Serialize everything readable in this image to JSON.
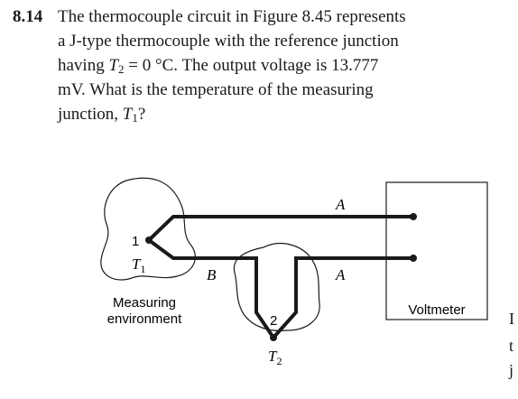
{
  "problem": {
    "number": "8.14",
    "line1": "The thermocouple circuit in Figure 8.45 represents",
    "line2": "a J-type thermocouple with the reference junction",
    "line3_pre": "having ",
    "line3_var": "T",
    "line3_sub": "2",
    "line3_post": " = 0 °C. The output voltage is 13.777",
    "line4": "mV. What is the temperature of the measuring",
    "line5_pre": "junction, ",
    "line5_var": "T",
    "line5_sub": "1",
    "line5_post": "?"
  },
  "figure": {
    "wire_label_top": "A",
    "wire_label_bottom_left": "B",
    "wire_label_bottom_right": "A",
    "junction1_number": "1",
    "junction1_temp_var": "T",
    "junction1_temp_sub": "1",
    "junction2_number": "2",
    "junction2_temp_var": "T",
    "junction2_temp_sub": "2",
    "measuring_label_line1": "Measuring",
    "measuring_label_line2": "environment",
    "voltmeter_label": "Voltmeter"
  },
  "cropped_edge_chars": [
    "I",
    "t",
    "j"
  ]
}
